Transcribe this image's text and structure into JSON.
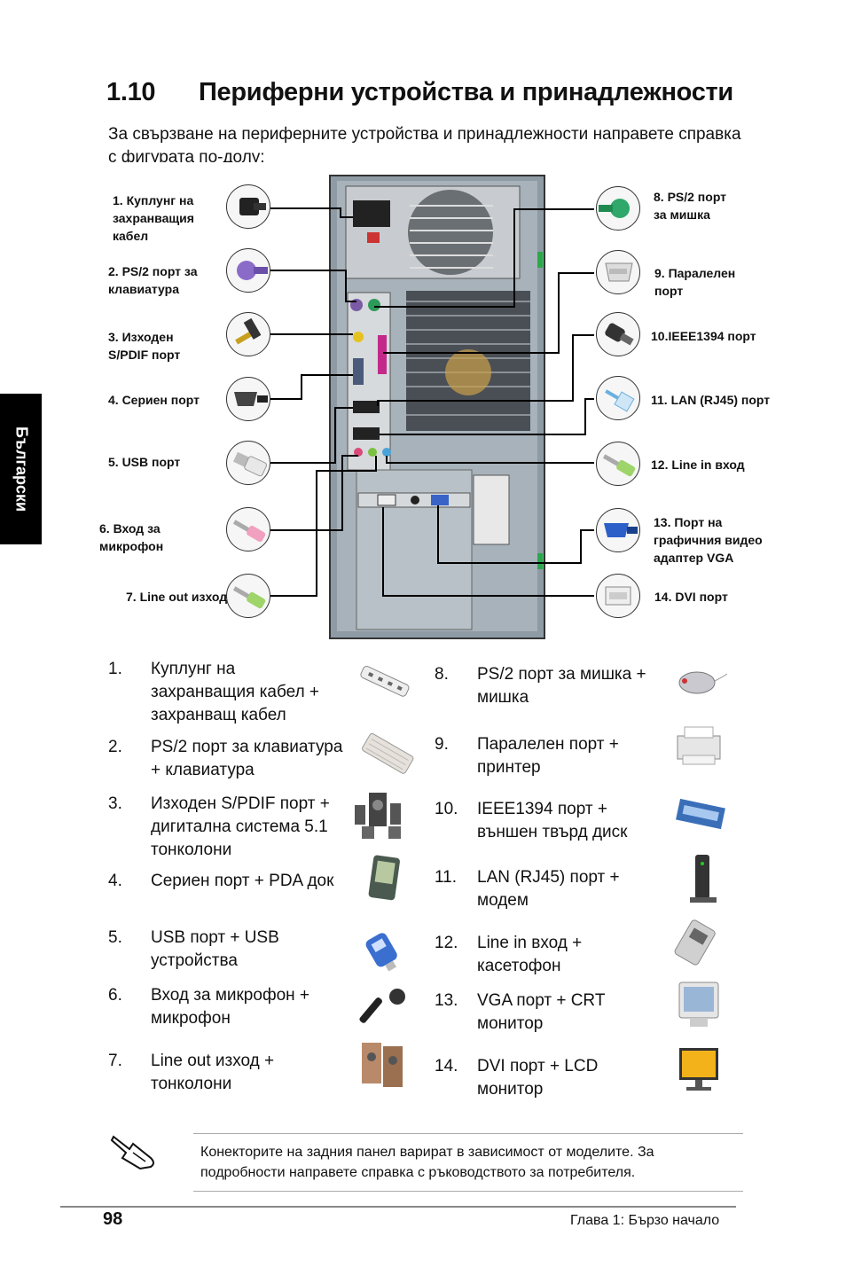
{
  "section": {
    "number": "1.10",
    "title": "Периферни устройства и принадлежности"
  },
  "intro": "За свързване на периферните устройства и принадлежности направете справка с фигурата по-долу:",
  "side_tab": "Български",
  "ports_left": [
    {
      "label": "1. Куплунг на\nзахранващия\nкабел",
      "icon": "power-cord-icon"
    },
    {
      "label": "2. PS/2 порт за\nклавиатура",
      "icon": "ps2-keyboard-plug-icon"
    },
    {
      "label": "3. Изходен\nS/PDIF порт",
      "icon": "spdif-plug-icon"
    },
    {
      "label": "4. Сериен порт",
      "icon": "serial-plug-icon"
    },
    {
      "label": "5. USB порт",
      "icon": "usb-plug-icon"
    },
    {
      "label": "6. Вход за\nмикрофон",
      "icon": "mic-plug-icon"
    },
    {
      "label": "7. Line out изход",
      "icon": "line-out-plug-icon"
    }
  ],
  "ports_right": [
    {
      "label": "8. PS/2 порт\nза мишка",
      "icon": "ps2-mouse-plug-icon"
    },
    {
      "label": "9. Паралелен\nпорт",
      "icon": "parallel-plug-icon"
    },
    {
      "label": "10.IEEE1394 порт",
      "icon": "ieee1394-plug-icon"
    },
    {
      "label": "11. LAN (RJ45) порт",
      "icon": "lan-plug-icon"
    },
    {
      "label": "12. Line in вход",
      "icon": "line-in-plug-icon"
    },
    {
      "label": "13. Порт на\nграфичния видео\nадаптер VGA",
      "icon": "vga-plug-icon"
    },
    {
      "label": "14. DVI порт",
      "icon": "dvi-plug-icon"
    }
  ],
  "devices_left": [
    {
      "num": "1.",
      "text": "Куплунг на\nзахранващия кабел +\nзахранващ кабел",
      "icon": "power-strip-icon"
    },
    {
      "num": "2.",
      "text": "PS/2 порт за клавиатура\n+ клавиатура",
      "icon": "keyboard-icon"
    },
    {
      "num": "3.",
      "text": "Изходен S/PDIF порт +\nдигитална система 5.1\nтонколони",
      "icon": "speaker-system-icon"
    },
    {
      "num": "4.",
      "text": "Сериен порт + PDA док",
      "icon": "pda-icon"
    },
    {
      "num": "5.",
      "text": "USB порт + USB\nустройства",
      "icon": "usb-drive-icon"
    },
    {
      "num": "6.",
      "text": "Вход за микрофон +\nмикрофон",
      "icon": "microphone-icon"
    },
    {
      "num": "7.",
      "text": "Line out изход +\nтонколони",
      "icon": "speakers-icon"
    }
  ],
  "devices_right": [
    {
      "num": "8.",
      "text": "PS/2 порт за мишка +\nмишка",
      "icon": "mouse-icon"
    },
    {
      "num": "9.",
      "text": "Паралелен порт +\nпринтер",
      "icon": "printer-icon"
    },
    {
      "num": "10.",
      "text": "IEEE1394 порт +\nвъншен твърд диск",
      "icon": "external-hdd-icon"
    },
    {
      "num": "11.",
      "text": "LAN (RJ45) порт +\nмодем",
      "icon": "modem-icon"
    },
    {
      "num": "12.",
      "text": "Line in вход +\nкасетофон",
      "icon": "cassette-player-icon"
    },
    {
      "num": "13.",
      "text": "VGA порт + CRT\nмонитор",
      "icon": "crt-monitor-icon"
    },
    {
      "num": "14.",
      "text": "DVI порт + LCD\nмонитор",
      "icon": "lcd-monitor-icon"
    }
  ],
  "note": "Конекторите на задния панел варират в зависимост от моделите. За подробности направете справка с ръководството за потребителя.",
  "footer": {
    "page": "98",
    "chapter": "Глава 1: Бързо начало"
  }
}
